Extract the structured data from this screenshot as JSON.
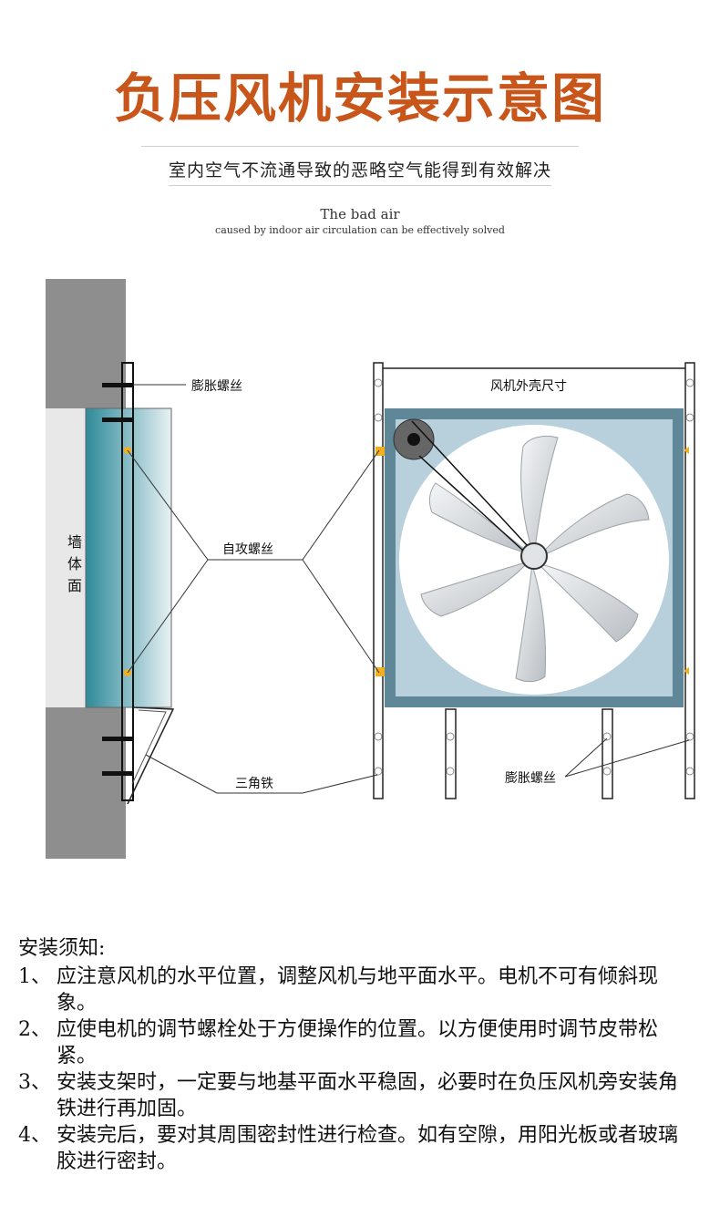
{
  "header": {
    "title": "负压风机安装示意图",
    "subtitle": "室内空气不流通导致的恶略空气能得到有效解决",
    "english_line1": "The bad air",
    "english_line2": "caused by indoor air circulation can be effectively solved"
  },
  "diagram_labels": {
    "expansion_screw_top": "膨胀螺丝",
    "self_tapping_screw": "自攻螺丝",
    "wall_surface": [
      "墙",
      "体",
      "面"
    ],
    "fan_housing_size": "风机外壳尺寸",
    "angle_iron": "三角铁",
    "expansion_screw_bottom": "膨胀螺丝"
  },
  "notes": {
    "heading": "安装须知:",
    "items": [
      {
        "num": "1、",
        "text": "应注意风机的水平位置，调整风机与地平面水平。电机不可有倾斜现象。"
      },
      {
        "num": "2、",
        "text": "应使电机的调节螺栓处于方便操作的位置。以方便使用时调节皮带松紧。"
      },
      {
        "num": "3、",
        "text": "安装支架时，一定要与地基平面水平稳固，必要时在负压风机旁安装角铁进行再加固。"
      },
      {
        "num": "4、",
        "text": "安装完后，要对其周围密封性进行检查。如有空隙，用阳光板或者玻璃胶进行密封。"
      }
    ]
  },
  "colors": {
    "title": "#c8551a",
    "wall": "#8e8e8e",
    "fan_frame": "#5f8797",
    "fan_panel": "#b7d0dc",
    "blade": "#d4d8dc",
    "screw": "#f2b01e"
  }
}
